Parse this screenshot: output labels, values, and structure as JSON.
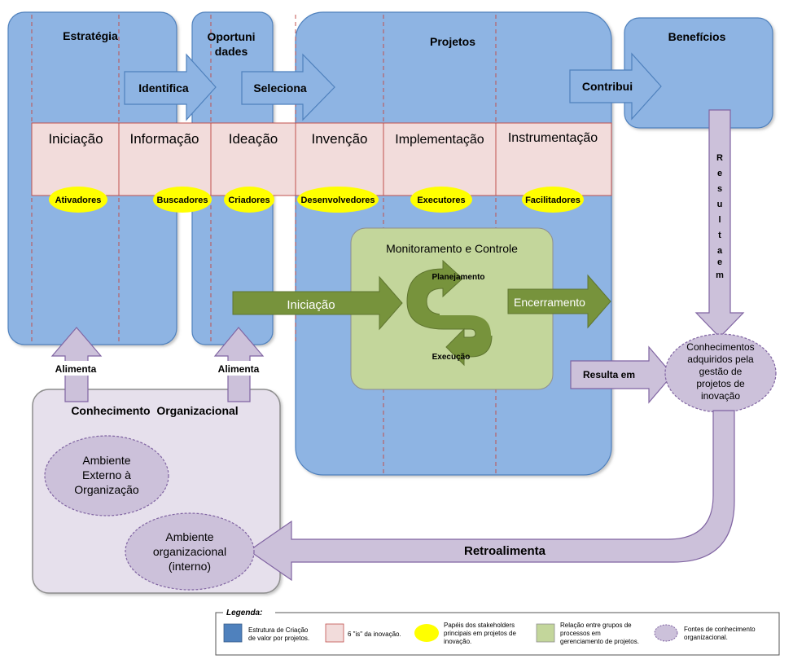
{
  "colors": {
    "blue_fill": "#8eb4e3",
    "blue_stroke": "#4f81bd",
    "pink_fill": "#f2dcdb",
    "pink_stroke": "#c0504d",
    "yellow": "#ffff00",
    "green_light": "#c3d69b",
    "green_dark": "#77933c",
    "lavender": "#ccc1da",
    "lavender_stroke": "#8064a2",
    "lavender_bg": "#e6e0ec",
    "dashed_red": "#c0504d"
  },
  "columns": {
    "estrategia": "Estratégia",
    "oportunidades_1": "Oportuni",
    "oportunidades_2": "dades",
    "projetos": "Projetos",
    "beneficios": "Benefícios"
  },
  "flow_arrows": {
    "identifica": "Identifica",
    "seleciona": "Seleciona",
    "contribui": "Contribui"
  },
  "is_row": [
    "Iniciação",
    "Informação",
    "Ideação",
    "Invenção",
    "Implementação",
    "Instrumentação"
  ],
  "roles": [
    "Ativadores",
    "Buscadores",
    "Criadores",
    "Desenvolvedores",
    "Executores",
    "Facilitadores"
  ],
  "monitoring": {
    "title": "Monitoramento  e Controle",
    "planejamento": "Planejamento",
    "execucao": "Execução",
    "iniciacao": "Iniciação",
    "encerramento": "Encerramento"
  },
  "resulta_vertical": [
    "R",
    "e",
    "s",
    "u",
    "l",
    "t",
    "a",
    "",
    "e",
    "m"
  ],
  "resulta_em": "Resulta em",
  "alimenta": "Alimenta",
  "knowledge_ellipse": [
    "Conhecimentos",
    "adquiridos pela",
    "gestão de",
    "projetos de",
    "inovação"
  ],
  "conhecimento_organizacional": "Conhecimento  Organizacional",
  "ambiente_externo": [
    "Ambiente",
    "Externo à",
    "Organização"
  ],
  "ambiente_interno": [
    "Ambiente",
    "organizacional",
    "(interno)"
  ],
  "retroalimenta": "Retroalimenta",
  "legend": {
    "title": "Legenda:",
    "items": [
      [
        "Estrutura de Criação",
        "de valor por projetos."
      ],
      [
        "6 \"is\" da inovação."
      ],
      [
        "Papéis dos stakeholders",
        "principais em projetos de",
        "inovação."
      ],
      [
        "Relação entre grupos de",
        "processos em",
        "gerenciamento de projetos."
      ],
      [
        "Fontes de conhecimento",
        "organizacional."
      ]
    ]
  }
}
